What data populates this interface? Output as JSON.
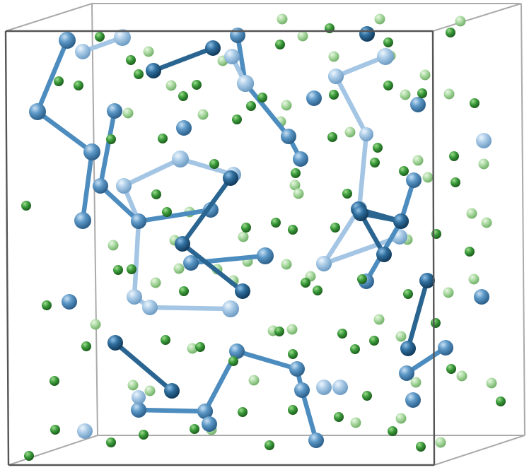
{
  "colors": {
    "background": "#ffffff",
    "box_edge": "#555555",
    "box_edge_back": "#aaaaaa",
    "polymer_dark": "#2a6490",
    "polymer_mid": "#4d8cbe",
    "polymer_light": "#a4c6e4",
    "solvent_dark": "#2f8a2f",
    "solvent_light": "#a8d8a0"
  },
  "particles": {
    "chain_count": 13,
    "free_polymer_bead_count": 8,
    "solvent_count": 112
  }
}
